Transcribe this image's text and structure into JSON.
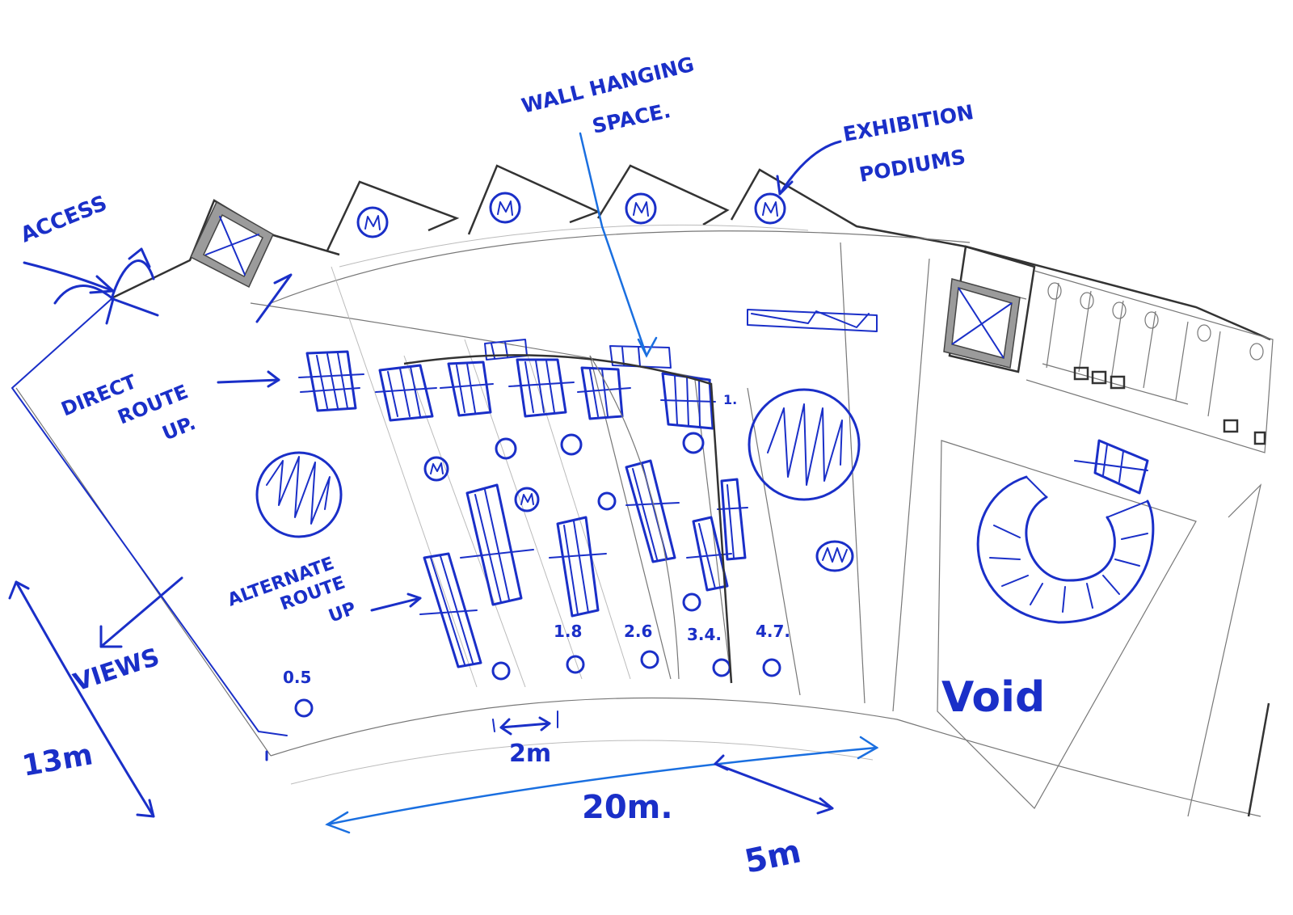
{
  "labels": {
    "access": "ACCESS",
    "wall_hanging_line1": "WALL HANGING",
    "wall_hanging_line2": "SPACE.",
    "exhibition_line1": "EXHIBITION",
    "exhibition_line2": "PODIUMS",
    "direct_route_line1": "DIRECT",
    "direct_route_line2": "ROUTE",
    "direct_route_line3": "UP.",
    "alternate_route_line1": "ALTERNATE",
    "alternate_route_line2": "ROUTE",
    "alternate_route_line3": "UP",
    "views": "VIEWS",
    "void": "Void"
  },
  "levels": {
    "l0": "0.5",
    "l1": "1.8",
    "l2": "2.6",
    "l3": "3.4.",
    "l4": "4.7."
  },
  "dimensions": {
    "height": "13m",
    "step": "2m",
    "length": "20m.",
    "width": "5m",
    "mark": "1."
  },
  "colors": {
    "ink": "#1a2fc8",
    "leader": "#1a6fe0",
    "wall": "#333333",
    "core": "#9b9b9b"
  }
}
